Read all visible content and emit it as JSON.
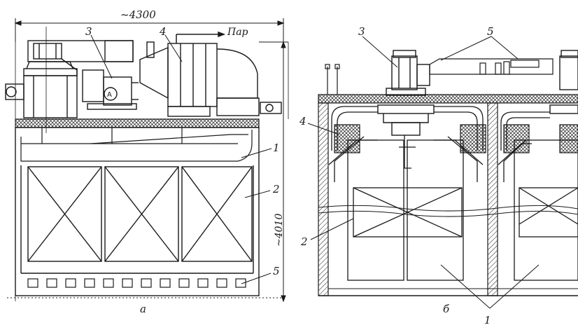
{
  "panel_a": {
    "caption": "а",
    "dim_width": "~4300",
    "dim_height": "~4010",
    "steam_label": "Пар",
    "callouts": [
      "3",
      "4",
      "1",
      "2",
      "5"
    ]
  },
  "panel_b": {
    "caption": "б",
    "callouts": [
      "3",
      "5",
      "4",
      "2",
      "1"
    ]
  }
}
